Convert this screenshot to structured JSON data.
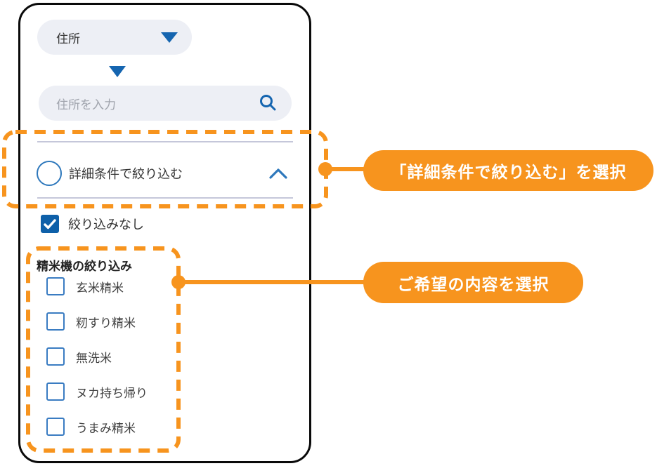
{
  "colors": {
    "accent_orange": "#f7941e",
    "primary_blue": "#1565b0",
    "checked_checkbox_blue": "#0e60a9",
    "card_border": "#0a0a0a"
  },
  "panel": {
    "dropdown": {
      "label": "住所"
    },
    "search": {
      "placeholder": "住所を入力"
    },
    "detail_toggle": {
      "label": "詳細条件で絞り込む",
      "selected": false,
      "expanded": true
    },
    "no_filter": {
      "label": "絞り込みなし",
      "checked": true
    },
    "filter_section": {
      "title": "精米機の絞り込み",
      "options": [
        {
          "label": "玄米精米",
          "checked": false
        },
        {
          "label": "籾すり精米",
          "checked": false
        },
        {
          "label": "無洗米",
          "checked": false
        },
        {
          "label": "ヌカ持ち帰り",
          "checked": false
        },
        {
          "label": "うまみ精米",
          "checked": false
        }
      ]
    }
  },
  "annotations": {
    "callout1": "「詳細条件で絞り込む」を選択",
    "callout2": "ご希望の内容を選択"
  }
}
